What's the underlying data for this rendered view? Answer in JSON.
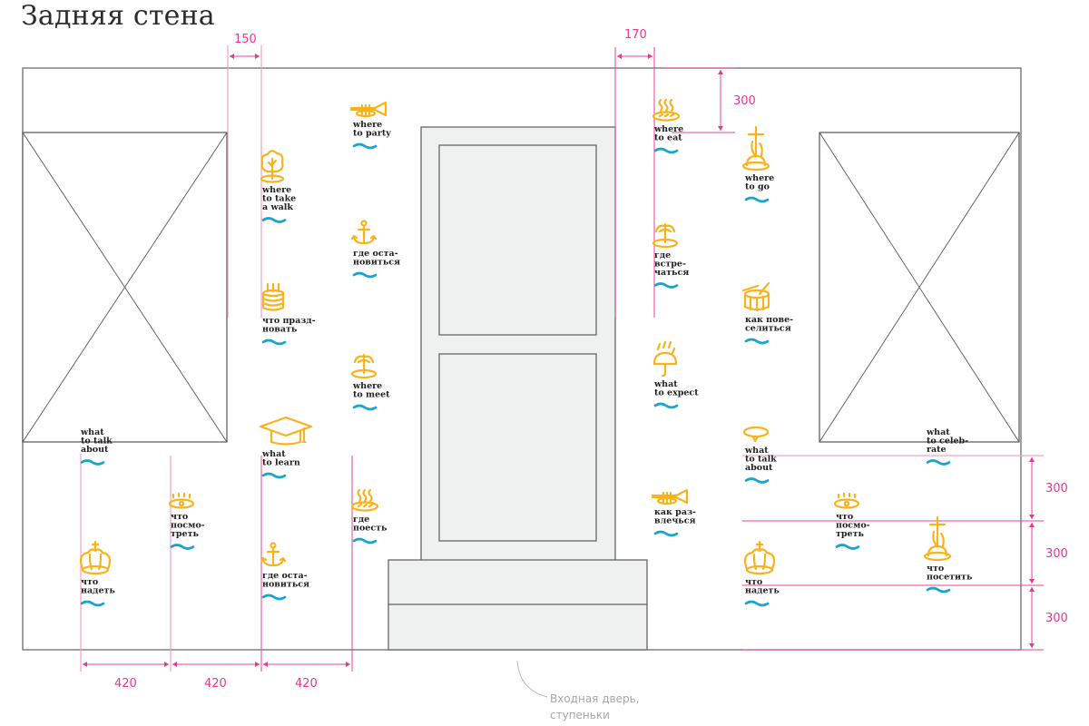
{
  "title": "Задняя стена",
  "colors": {
    "icon": "#f9b21b",
    "wave": "#17a5cc",
    "dimension": "#e5398c",
    "door_fill": "#eff0f0",
    "outline": "#555555"
  },
  "dimensions": {
    "top_left": "150",
    "top_right": "170",
    "top_vertical": "300",
    "bottom_spacing": [
      "420",
      "420",
      "420"
    ],
    "right_vertical": [
      "300",
      "300",
      "300"
    ]
  },
  "callout": {
    "lines": [
      "Входная дверь,",
      "ступеньки"
    ]
  },
  "signs": [
    {
      "icon": "trumpet",
      "lines": [
        "where",
        "to party"
      ]
    },
    {
      "icon": "tree",
      "lines": [
        "where",
        "to take",
        "a walk"
      ]
    },
    {
      "icon": "anchor",
      "lines": [
        "где оста-",
        "новиться"
      ]
    },
    {
      "icon": "cake",
      "lines": [
        "что празд-",
        "новать"
      ]
    },
    {
      "icon": "fountain",
      "lines": [
        "where",
        "to meet"
      ]
    },
    {
      "icon": "graduation-cap",
      "lines": [
        "what",
        "to learn"
      ]
    },
    {
      "icon": "none",
      "lines": [
        "what",
        "to talk",
        "about"
      ]
    },
    {
      "icon": "eye",
      "lines": [
        "что",
        "посмо-",
        "треть"
      ]
    },
    {
      "icon": "bread",
      "lines": [
        "где",
        "поесть"
      ]
    },
    {
      "icon": "crown",
      "lines": [
        "что",
        "надеть"
      ]
    },
    {
      "icon": "anchor",
      "lines": [
        "где оста-",
        "новиться"
      ]
    },
    {
      "icon": "bread",
      "lines": [
        "where",
        "to eat"
      ]
    },
    {
      "icon": "angel-column",
      "lines": [
        "where",
        "to go"
      ]
    },
    {
      "icon": "fountain",
      "lines": [
        "где",
        "встре-",
        "чаться"
      ]
    },
    {
      "icon": "drum",
      "lines": [
        "как пове-",
        "селиться"
      ]
    },
    {
      "icon": "umbrella",
      "lines": [
        "what",
        "to expect"
      ]
    },
    {
      "icon": "speech-bubble",
      "lines": [
        "what",
        "to talk",
        "about"
      ]
    },
    {
      "icon": "none",
      "lines": [
        "what",
        "to celeb-",
        "rate"
      ]
    },
    {
      "icon": "trumpet",
      "lines": [
        "как раз-",
        "влечься"
      ]
    },
    {
      "icon": "eye",
      "lines": [
        "что",
        "посмо-",
        "треть"
      ]
    },
    {
      "icon": "crown",
      "lines": [
        "что",
        "надеть"
      ]
    },
    {
      "icon": "angel-column",
      "lines": [
        "что",
        "посетить"
      ]
    }
  ]
}
